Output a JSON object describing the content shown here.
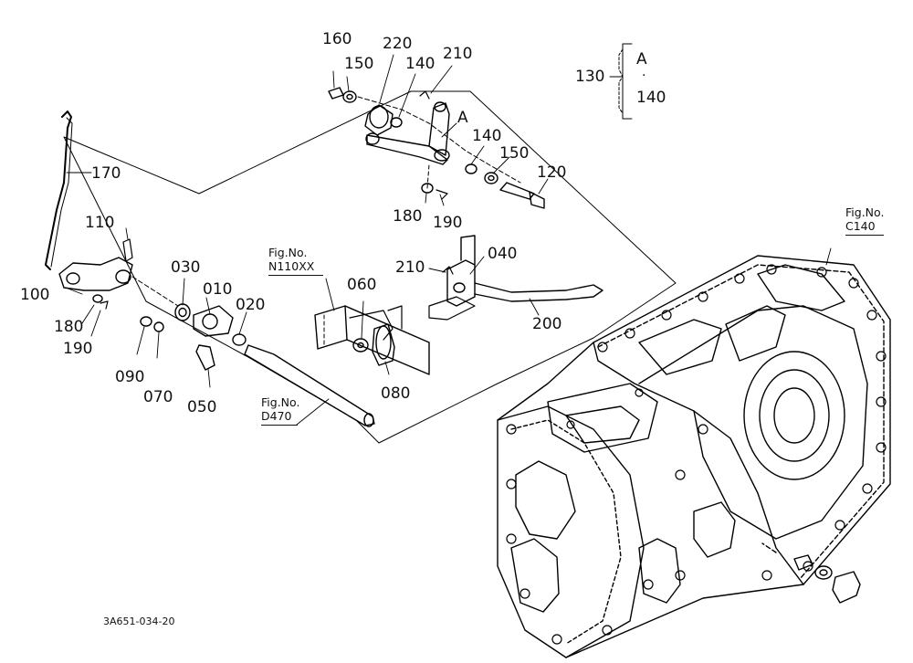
{
  "diagram": {
    "drawing_number": "3A651-034-20",
    "callouts": {
      "p160": "160",
      "p150a": "150",
      "p220": "220",
      "p140a": "140",
      "p210a": "210",
      "pA": "A",
      "p140b": "140",
      "p150b": "150",
      "p120": "120",
      "p180a": "180",
      "p190a": "190",
      "p170": "170",
      "p110": "110",
      "p100": "100",
      "p180b": "180",
      "p190b": "190",
      "p030": "030",
      "p010": "010",
      "p020": "020",
      "p090": "090",
      "p070": "070",
      "p050": "050",
      "p060": "060",
      "p080": "080",
      "p210b": "210",
      "p040": "040",
      "p200": "200"
    },
    "legend": {
      "assembly": "130",
      "top": "A",
      "dot": "·",
      "bottom": "140"
    },
    "figure_refs": {
      "c140": {
        "line1": "Fig.No.",
        "line2": "C140"
      },
      "n110": {
        "line1": "Fig.No.",
        "line2": "N110XX"
      },
      "d470": {
        "line1": "Fig.No.",
        "line2": "D470"
      }
    }
  }
}
